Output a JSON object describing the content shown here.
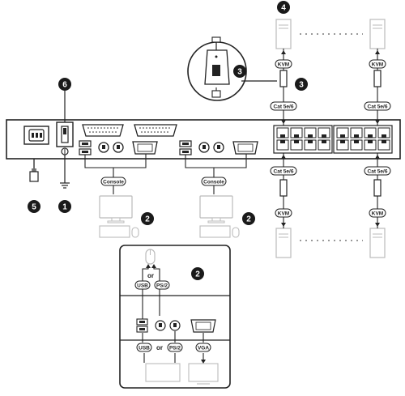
{
  "callouts": {
    "n1": "1",
    "n2": "2",
    "n3": "3",
    "n4": "4",
    "n5": "5",
    "n6": "6"
  },
  "labels": {
    "kvm": "KVM",
    "cat": "Cat 5e/6",
    "console": "Console",
    "usb": "USB",
    "ps2": "PS/2",
    "vga": "VGA",
    "or": "or"
  },
  "colors": {
    "line": "#222222",
    "device_fill": "#ffffff",
    "callout_fill": "#1a1a1a",
    "dotted": "#999999",
    "light_device": "#cccccc"
  },
  "icons": [
    "power-socket-icon",
    "power-switch-icon",
    "ground-icon",
    "usb-port-icon",
    "ps2-port-icon",
    "vga-port-icon",
    "rj45-port-icon",
    "computer-icon",
    "monitor-icon",
    "keyboard-icon",
    "mouse-icon",
    "kvm-adapter-icon",
    "power-plug-icon"
  ]
}
